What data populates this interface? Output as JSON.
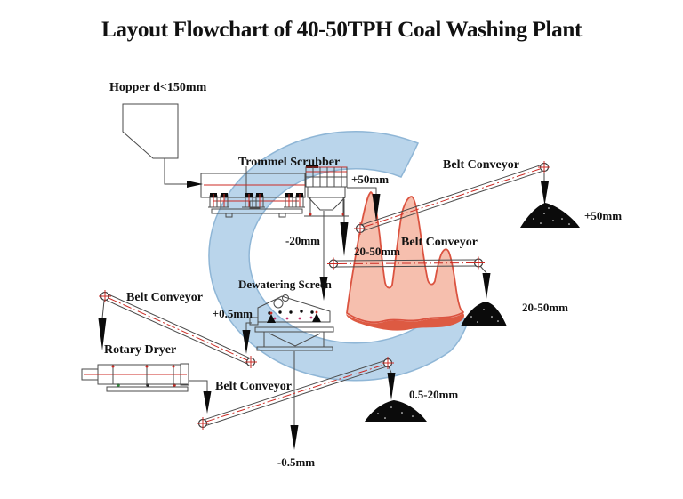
{
  "title": "Layout Flowchart of 40-50TPH Coal Washing Plant",
  "equipment": {
    "hopper": "Hopper d<150mm",
    "trommel_scrubber": "Trommel Scrubber",
    "dewatering_screen": "Dewatering Screen",
    "rotary_dryer": "Rotary Dryer",
    "belt_conveyor_1": "Belt Conveyor",
    "belt_conveyor_2": "Belt Conveyor",
    "belt_conveyor_3": "Belt Conveyor",
    "belt_conveyor_4": "Belt Conveyor"
  },
  "streams": {
    "screen_oversize": "+50mm",
    "trommel_undersize": "-20mm",
    "mid_fraction": "20-50mm",
    "dewatered_product": "+0.5mm",
    "fines_underflow": "-0.5mm"
  },
  "products": {
    "pile_plus50": "+50mm",
    "pile_20_50": "20-50mm",
    "pile_05_20": "0.5-20mm"
  },
  "colors": {
    "drawing_line": "#4a4a4a",
    "centerline_red": "#cc2b24",
    "arrow_black": "#0b0b0b",
    "coal_black": "#0c0c0c",
    "watermark_blue": "#bad5eb",
    "watermark_blue_edge": "#8fb6d6",
    "watermark_pink": "#f6bfae",
    "watermark_red": "#db5340"
  }
}
